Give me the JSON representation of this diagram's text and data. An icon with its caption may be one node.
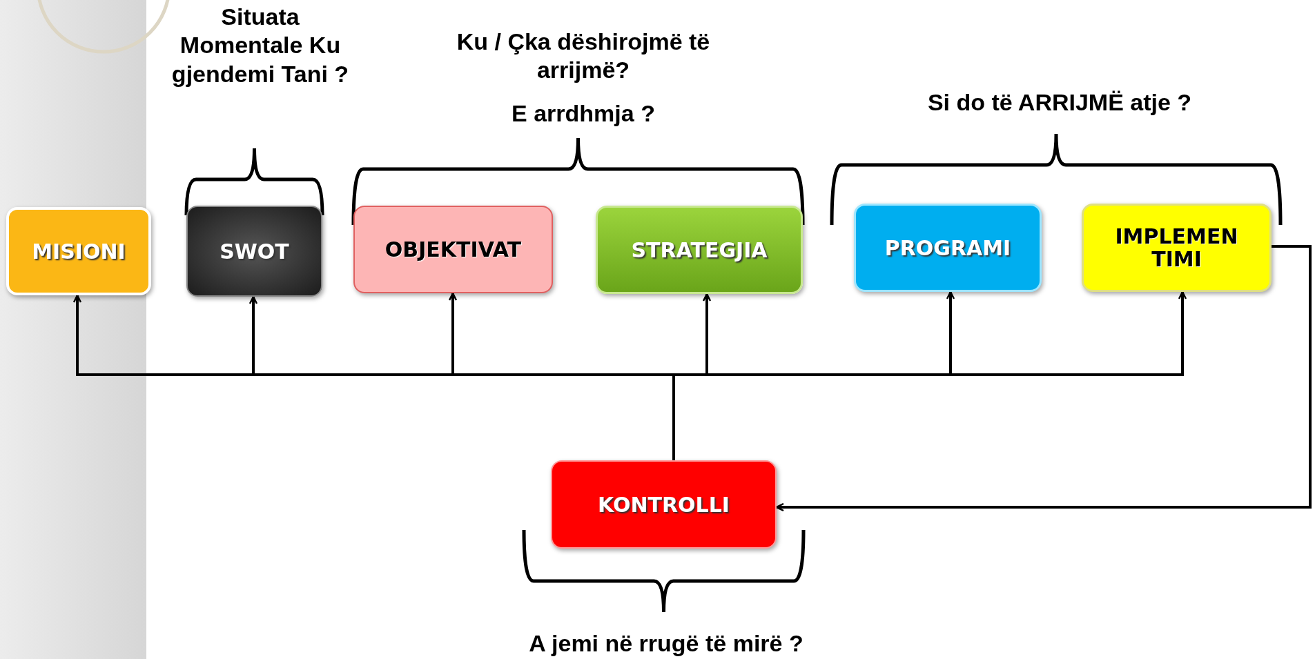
{
  "diagram": {
    "nodes": [
      {
        "text": [
          "MISIONI"
        ]
      },
      {
        "text": [
          "SWOT"
        ]
      },
      {
        "text": [
          "OBJEKTIVAT"
        ]
      },
      {
        "text": [
          "STRATEGJIA"
        ]
      },
      {
        "text": [
          "PROGRAMI"
        ]
      },
      {
        "text": [
          "IMPLEMEN TIMI"
        ]
      },
      {
        "text": [
          "KONTROLLI"
        ]
      }
    ],
    "edges": [
      {
        "from": 6,
        "to": 0,
        "arrow": "to"
      },
      {
        "from": 6,
        "to": 1,
        "arrow": "to"
      },
      {
        "from": 6,
        "to": 2,
        "arrow": "to"
      },
      {
        "from": 6,
        "to": 3,
        "arrow": "to"
      },
      {
        "from": 6,
        "to": 4,
        "arrow": "to"
      },
      {
        "from": 6,
        "to": 5,
        "arrow": "to"
      },
      {
        "from": 5,
        "to": 6,
        "arrow": "to"
      }
    ],
    "labels": [
      "Situata Momentale Ku gjendemi Tani ?",
      "Ku / Çka dëshirojmë të arrijmë?",
      "E arrdhmja ?",
      "Si do të ARRIJMË atje ?",
      "A jemi në rrugë të mirë ?"
    ]
  }
}
